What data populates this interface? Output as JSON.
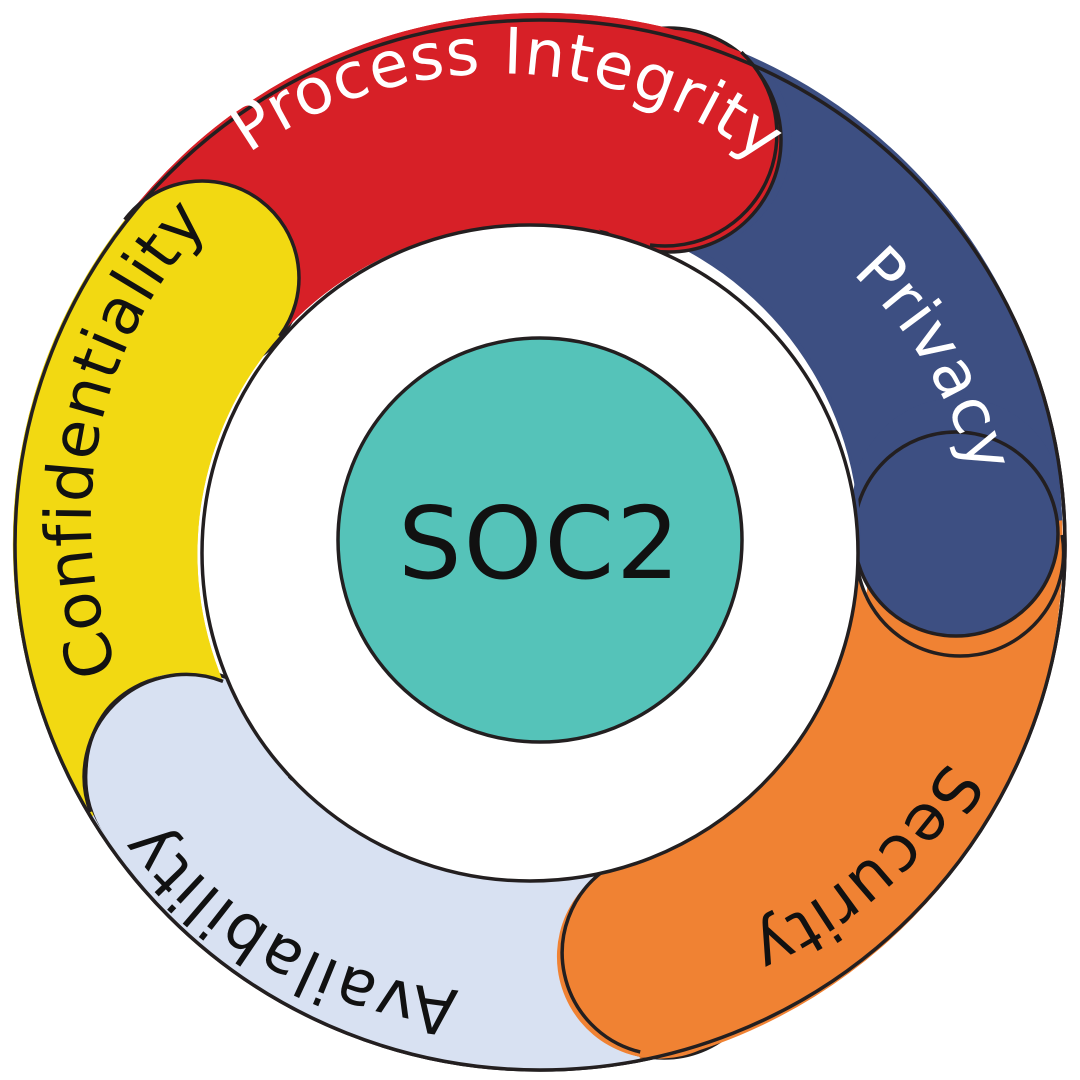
{
  "center": {
    "label": "SOC2",
    "fill": "#55c3b9",
    "text_color": "#111111"
  },
  "segments": [
    {
      "id": "process-integrity",
      "label": "Process Integrity",
      "fill": "#d72027",
      "text_color": "#ffffff"
    },
    {
      "id": "privacy",
      "label": "Privacy",
      "fill": "#3d4f82",
      "text_color": "#ffffff"
    },
    {
      "id": "security",
      "label": "Security",
      "fill": "#f08233",
      "text_color": "#111111"
    },
    {
      "id": "availability",
      "label": "Availability",
      "fill": "#d8e1f2",
      "text_color": "#111111"
    },
    {
      "id": "confidentiality",
      "label": "Confidentiality",
      "fill": "#f2d912",
      "text_color": "#111111"
    }
  ],
  "outline_color": "#231f20"
}
